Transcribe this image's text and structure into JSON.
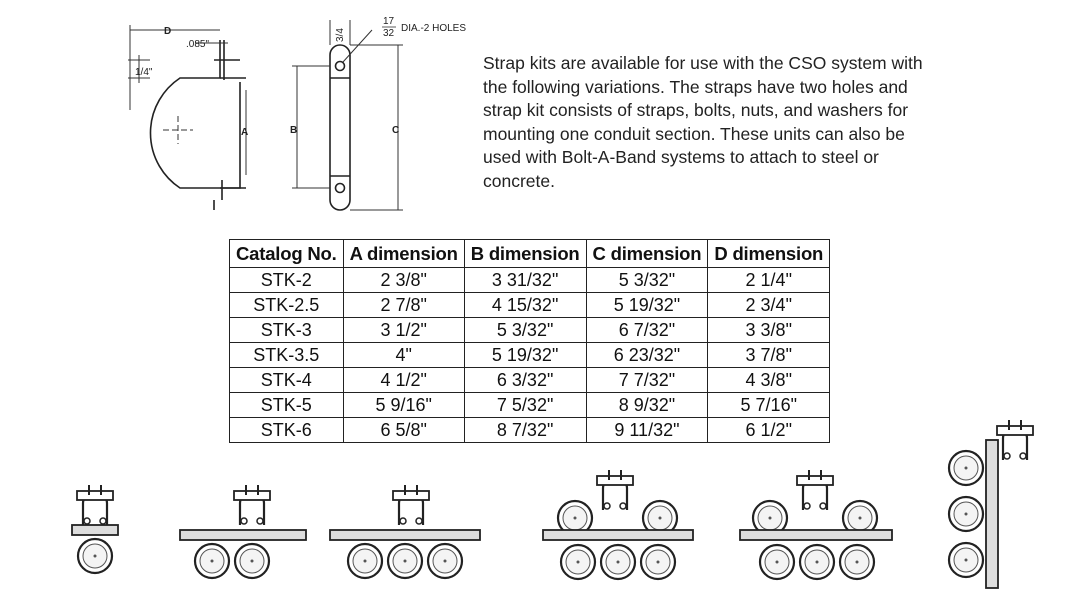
{
  "description": "Strap kits are available for use with the CSO system with the following variations. The straps have two holes and strap kit consists of straps, bolts, nuts, and washers for mounting one conduit section. These units can also be used with Bolt-A-Band systems to attach to steel or concrete.",
  "drawing_labels": {
    "d": "D",
    "thickness": ".085\"",
    "quarter": "1/4\"",
    "a": "A",
    "b": "B",
    "c": "C",
    "hole_fraction": "17/32",
    "hole_top": "17",
    "hole_bottom": "32",
    "holes": "DIA.-2 HOLES",
    "width": "3/4"
  },
  "table": {
    "headers": [
      "Catalog No.",
      "A dimension",
      "B dimension",
      "C dimension",
      "D dimension"
    ],
    "rows": [
      [
        "STK-2",
        "2 3/8\"",
        "3 31/32\"",
        "5 3/32\"",
        "2 1/4\""
      ],
      [
        "STK-2.5",
        "2 7/8\"",
        "4 15/32\"",
        "5 19/32\"",
        "2 3/4\""
      ],
      [
        "STK-3",
        "3 1/2\"",
        "5 3/32\"",
        "6 7/32\"",
        "3 3/8\""
      ],
      [
        "STK-3.5",
        "4\"",
        "5 19/32\"",
        "6 23/32\"",
        "3 7/8\""
      ],
      [
        "STK-4",
        "4 1/2\"",
        "6 3/32\"",
        "7 7/32\"",
        "4 3/8\""
      ],
      [
        "STK-5",
        "5 9/16\"",
        "7 5/32\"",
        "8 9/32\"",
        "5 7/16\""
      ],
      [
        "STK-6",
        "6 5/8\"",
        "8 7/32\"",
        "9 11/32\"",
        "6 1/2\""
      ]
    ]
  }
}
